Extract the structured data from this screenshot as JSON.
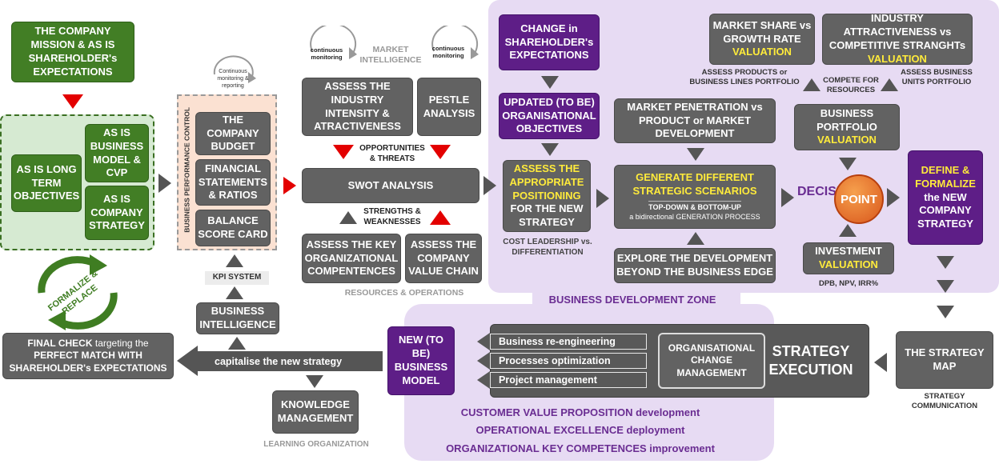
{
  "mission": "THE COMPANY MISSION & AS IS SHAREHOLDER's EXPECTATIONS",
  "as_is": {
    "long_term": "AS IS LONG TERM OBJECTIVES",
    "business_model": "AS IS BUSINESS MODEL & CVP",
    "strategy": "AS IS COMPANY STRATEGY"
  },
  "formalize": "FORMALIZE & REPLACE",
  "performance": {
    "side_label": "BUSINESS PERFORMANCE CONTROL",
    "monitor": "Continuous monitoring & reporting",
    "budget": "THE COMPANY BUDGET",
    "financial": "FINANCIAL STATEMENTS & RATIOS",
    "scorecard": "BALANCE SCORE CARD"
  },
  "kpi": "KPI SYSTEM",
  "bi": "BUSINESS INTELLIGENCE",
  "knowledge": "KNOWLEDGE MANAGEMENT",
  "learning": "LEARNING ORGANIZATION",
  "final_check": {
    "lead": "FINAL CHECK",
    "rest": "targeting the",
    "line2": "PERFECT MATCH WITH SHAREHOLDER's EXPECTATIONS"
  },
  "capitalise": "capitalise the new strategy",
  "market": {
    "cont1": "continuous monitoring",
    "cont2": "continuous monitoring",
    "intel": "MARKET INTELLIGENCE",
    "industry": "ASSESS THE INDUSTRY INTENSITY & ATRACTIVENESS",
    "pestle": "PESTLE ANALYSIS",
    "opps": "OPPORTUNITIES & THREATS",
    "swot": "SWOT ANALYSIS",
    "strengths": "STRENGTHS & WEAKNESSES",
    "key_org": "ASSESS THE KEY ORGANIZATIONAL COMPENTENCES",
    "value_chain": "ASSESS THE COMPANY VALUE CHAIN",
    "resources": "RESOURCES & OPERATIONS"
  },
  "bdz": {
    "label": "BUSINESS DEVELOPMENT ZONE",
    "change": "CHANGE in SHAREHOLDER's EXPECTATIONS",
    "updated": "UPDATED (TO BE) ORGANISATIONAL OBJECTIVES",
    "pos_y": "ASSESS THE APPROPRIATE POSITIONING",
    "pos_w": "FOR THE NEW STRATEGY",
    "cost": "COST LEADERSHIP vs. DIFFERENTIATION",
    "penetration": "MARKET PENETRATION vs PRODUCT or MARKET DEVELOPMENT",
    "scen_y": "GENERATE DIFFERENT STRATEGIC SCENARIOS",
    "scen_sub": "TOP-DOWN & BOTTOM-UP",
    "scen_sub2": "a bidirectional GENERATION PROCESS",
    "explore": "EXPLORE THE DEVELOPMENT BEYOND THE BUSINESS EDGE",
    "market_share": "MARKET SHARE vs GROWTH RATE",
    "industry_attr": "INDUSTRY ATTRACTIVENESS vs COMPETITIVE STRANGHTs",
    "valuation": "VALUATION",
    "assess_products": "ASSESS PRODUCTS or BUSINESS LINES PORTFOLIO",
    "compete": "COMPETE FOR RESOURCES",
    "assess_units": "ASSESS BUSINESS UNITS PORTFOLIO",
    "portfolio": "BUSINESS PORTFOLIO",
    "decision": "DECISION",
    "point": "POINT",
    "investment": "INVESTMENT",
    "dpb": "DPB, NPV, IRR%",
    "define_y": "DEFINE & FORMALIZE",
    "define_w1": "the NEW",
    "define_w2": "COMPANY STRATEGY"
  },
  "execution": {
    "new_model": "NEW (TO BE) BUSINESS MODEL",
    "reeng": "Business re-engineering",
    "process": "Processes optimization",
    "project": "Project management",
    "change_mgmt": "ORGANISATIONAL CHANGE MANAGEMENT",
    "title": "STRATEGY EXECUTION",
    "cvp": "CUSTOMER VALUE PROPOSITION development",
    "opex": "OPERATIONAL EXCELLENCE deployment",
    "okc": "ORGANIZATIONAL KEY COMPETENCES improvement"
  },
  "strategy_map": "THE STRATEGY MAP",
  "strategy_comm": "STRATEGY COMMUNICATION"
}
